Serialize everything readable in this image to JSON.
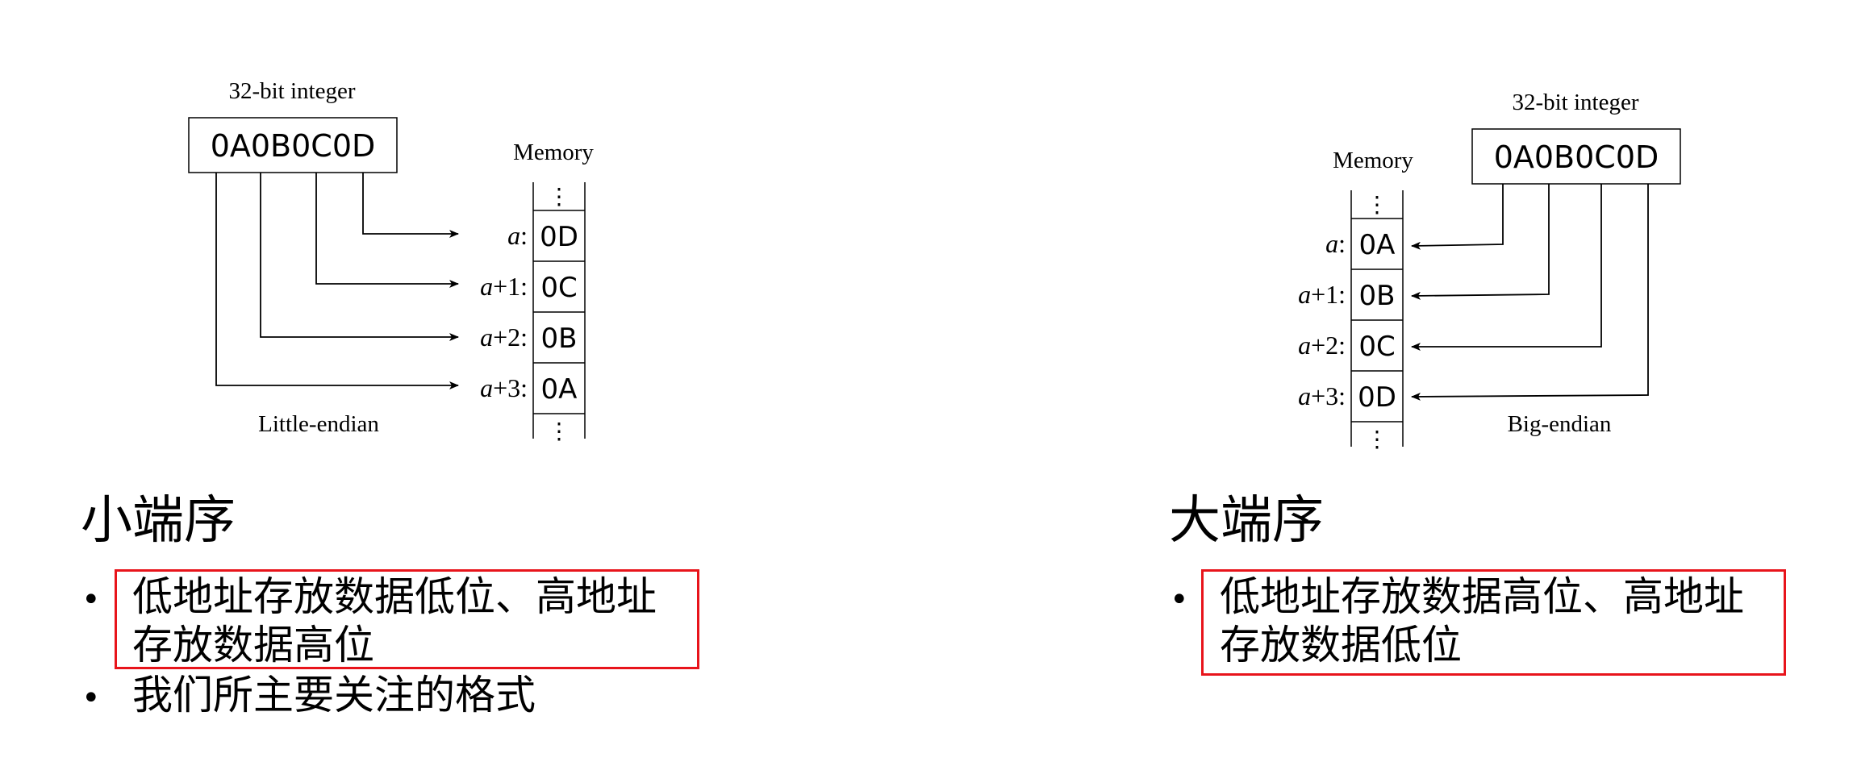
{
  "little": {
    "integer_label": "32-bit integer",
    "integer_value": "0A0B0C0D",
    "memory_label": "Memory",
    "caption": "Little-endian",
    "rows": [
      {
        "addr_var": "a",
        "addr_suffix": ":",
        "value": "0D"
      },
      {
        "addr_var": "a",
        "addr_suffix": "+1:",
        "value": "0C"
      },
      {
        "addr_var": "a",
        "addr_suffix": "+2:",
        "value": "0B"
      },
      {
        "addr_var": "a",
        "addr_suffix": "+3:",
        "value": "0A"
      }
    ],
    "ellipsis": "⋮"
  },
  "big": {
    "integer_label": "32-bit integer",
    "integer_value": "0A0B0C0D",
    "memory_label": "Memory",
    "caption": "Big-endian",
    "rows": [
      {
        "addr_var": "a",
        "addr_suffix": ":",
        "value": "0A"
      },
      {
        "addr_var": "a",
        "addr_suffix": "+1:",
        "value": "0B"
      },
      {
        "addr_var": "a",
        "addr_suffix": "+2:",
        "value": "0C"
      },
      {
        "addr_var": "a",
        "addr_suffix": "+3:",
        "value": "0D"
      }
    ],
    "ellipsis": "⋮"
  },
  "left_section": {
    "heading": "小端序",
    "bullet_symbol": "•",
    "bullets": [
      {
        "line1": "低地址存放数据低位、高地址",
        "line2": "存放数据高位"
      },
      {
        "line1": "我们所主要关注的格式"
      }
    ]
  },
  "right_section": {
    "heading": "大端序",
    "bullet_symbol": "•",
    "bullets": [
      {
        "line1": "低地址存放数据高位、高地址",
        "line2": "存放数据低位"
      }
    ]
  },
  "colors": {
    "highlight": "#e8141b",
    "line": "#000000"
  }
}
